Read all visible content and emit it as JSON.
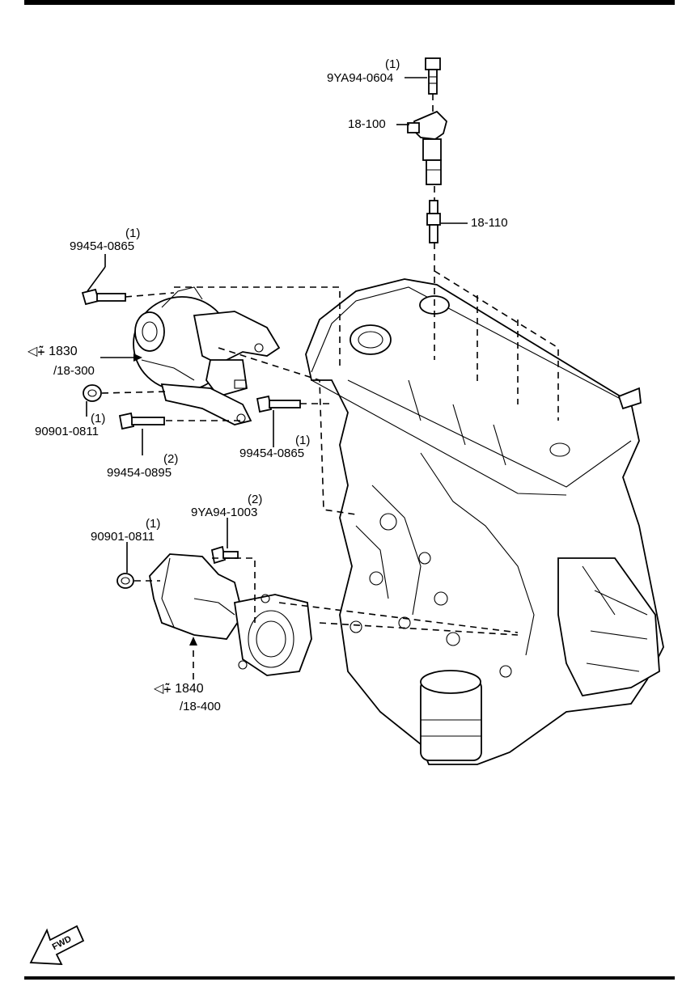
{
  "callouts": {
    "coil_bolt_qty": "(1)",
    "coil_bolt": "9YA94-0604",
    "ignition_coil": "18-100",
    "spark_plug": "18-110",
    "alt_bolt_top_qty": "(1)",
    "alt_bolt_top": "99454-0865",
    "alternator_ref": "1830",
    "alternator_sub": "/18-300",
    "alt_nut": "90901-0811",
    "alt_nut_qty": "(1)",
    "alt_bolt_right_qty": "(1)",
    "alt_bolt_right": "99454-0865",
    "alt_bolt_low_qty": "(2)",
    "alt_bolt_low": "99454-0895",
    "starter_bolt_qty": "(2)",
    "starter_bolt": "9YA94-1003",
    "starter_nut_qty": "(1)",
    "starter_nut": "90901-0811",
    "starter_ref": "1840",
    "starter_sub": "/18-400"
  },
  "fwd_label": "FWD"
}
